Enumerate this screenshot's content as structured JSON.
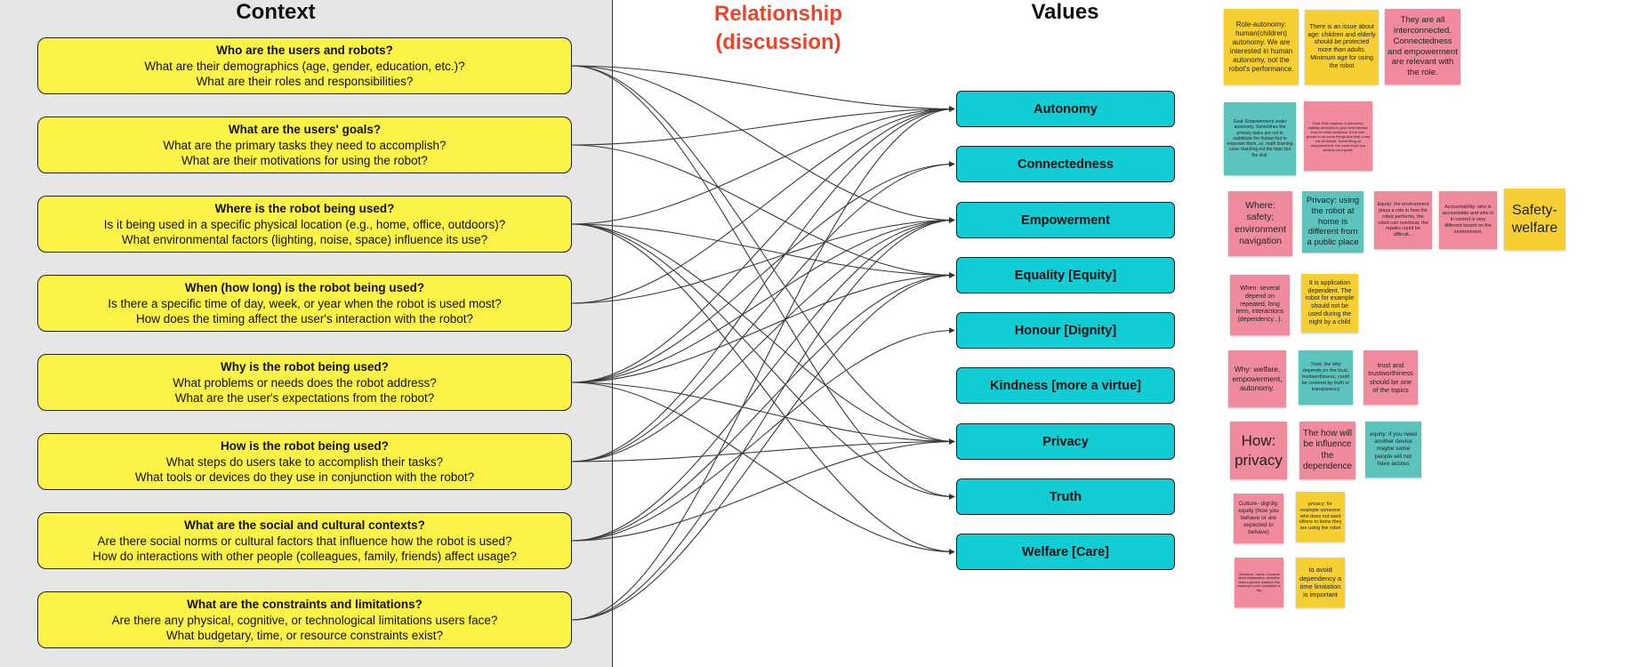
{
  "headings": {
    "context": "Context",
    "relationship": "Relationship (discussion)",
    "values": "Values"
  },
  "questions": [
    {
      "title": "Who are the users and robots?",
      "lines": [
        "What are their demographics (age, gender, education, etc.)?",
        "What are their roles and responsibilities?"
      ]
    },
    {
      "title": "What are the users' goals?",
      "lines": [
        "What are the primary tasks they need to accomplish?",
        "What are their motivations for using the robot?"
      ]
    },
    {
      "title": "Where is the robot being used?",
      "lines": [
        "Is it being used in a specific physical location (e.g., home, office, outdoors)?",
        "What environmental factors (lighting, noise, space) influence its use?"
      ]
    },
    {
      "title": "When (how long) is the robot being used?",
      "lines": [
        "Is there a specific time of day, week, or year when the robot is used most?",
        "How does the timing affect the user's interaction with the robot?"
      ]
    },
    {
      "title": "Why is the robot being used?",
      "lines": [
        "What problems or needs does the robot address?",
        "What are the user's expectations from the robot?"
      ]
    },
    {
      "title": "How is the robot being used?",
      "lines": [
        "What steps do users take to accomplish their tasks?",
        "What tools or devices do they use in conjunction with the robot?"
      ]
    },
    {
      "title": "What are the social and cultural contexts?",
      "lines": [
        "Are there social norms or cultural factors that influence how the robot is used?",
        "How do interactions with other people (colleagues, family, friends) affect usage?"
      ]
    },
    {
      "title": "What are the constraints and limitations?",
      "lines": [
        "Are there any physical, cognitive, or technological limitations users face?",
        "What budgetary, time, or resource constraints exist?"
      ]
    }
  ],
  "values": [
    "Autonomy",
    "Connectedness",
    "Empowerment",
    "Equality [Equity]",
    "Honour [Dignity]",
    "Kindness [more a virtue]",
    "Privacy",
    "Truth",
    "Welfare [Care]"
  ],
  "links": [
    [
      0,
      0
    ],
    [
      0,
      2
    ],
    [
      0,
      6
    ],
    [
      0,
      7
    ],
    [
      1,
      0
    ],
    [
      1,
      3
    ],
    [
      2,
      0
    ],
    [
      2,
      3
    ],
    [
      2,
      6
    ],
    [
      2,
      7
    ],
    [
      2,
      8
    ],
    [
      3,
      0
    ],
    [
      3,
      2
    ],
    [
      4,
      0
    ],
    [
      4,
      1
    ],
    [
      4,
      2
    ],
    [
      4,
      3
    ],
    [
      4,
      6
    ],
    [
      4,
      8
    ],
    [
      5,
      0
    ],
    [
      5,
      1
    ],
    [
      5,
      2
    ],
    [
      5,
      6
    ],
    [
      6,
      2
    ],
    [
      6,
      3
    ],
    [
      6,
      4
    ],
    [
      6,
      6
    ],
    [
      7,
      0
    ],
    [
      7,
      2
    ],
    [
      7,
      3
    ]
  ],
  "stickies": [
    {
      "color": "yellow",
      "text": "Role-autonomy: human(children) autonomy. We are interested in human autonomy, not the robot's performance."
    },
    {
      "color": "yellow",
      "text": "There is an issue about age: children and elderly should be protected more than adults. Minimum age for using the robot"
    },
    {
      "color": "pink",
      "text": "They are all interconnected. Connectedness and empowerment are relevant with the role."
    },
    {
      "color": "teal",
      "text": "Goal: Empowerment under autonomy. Sometimes the primary tasks are not to substitute the human but to empower them, ex. math learning case: teaching not the topic but the skill."
    },
    {
      "color": "pink",
      "text": "Goal: Both aspects of autonomy: making decisions in your best interest, help to make decisions. If the user grants to do some things that they could not do before. Same thing as empowerment: the robot helps you achieve your goals."
    },
    {
      "color": "pink",
      "text": "Where: safety; environment navigation"
    },
    {
      "color": "teal",
      "text": "Privacy: using the robot at home is different from a public place"
    },
    {
      "color": "pink",
      "text": "Equity: the environment plays a role in how the robot performs, the robot can overheat, the repairs could be difficult..."
    },
    {
      "color": "pink",
      "text": "Accountability: who is accountable and who is in control is very different based on the environment."
    },
    {
      "color": "yellow",
      "text": "Safety-welfare"
    },
    {
      "color": "pink",
      "text": "When: several depend on repeated, long term, interactions (dependency...)."
    },
    {
      "color": "yellow",
      "text": "It is application dependent. The robot for example should not be used during the night by a child"
    },
    {
      "color": "pink",
      "text": "Why: welfare, empowerment, autonomy."
    },
    {
      "color": "teal",
      "text": "Trust, the why depends on the trust, trustworthiness, could be covered by truth or transparency"
    },
    {
      "color": "pink",
      "text": "trust and trustworthiness should be one of the topics"
    },
    {
      "color": "pink",
      "text": "How: privacy"
    },
    {
      "color": "pink",
      "text": "The how will be influence the dependence"
    },
    {
      "color": "teal",
      "text": "equity: if you need another device maybe some people will not have access"
    },
    {
      "color": "pink",
      "text": "Culture- dignity, equity (how you behave or are expected to behave)"
    },
    {
      "color": "yellow",
      "text": "privacy: for example someone who does not want others to know they are using the robot"
    },
    {
      "color": "pink",
      "text": "Limitations - equity. Concerns about manipulation, deception when a genuine limitation that makes you more susceptible to this"
    },
    {
      "color": "yellow",
      "text": "to avoid dependency a time limitation is important"
    }
  ]
}
